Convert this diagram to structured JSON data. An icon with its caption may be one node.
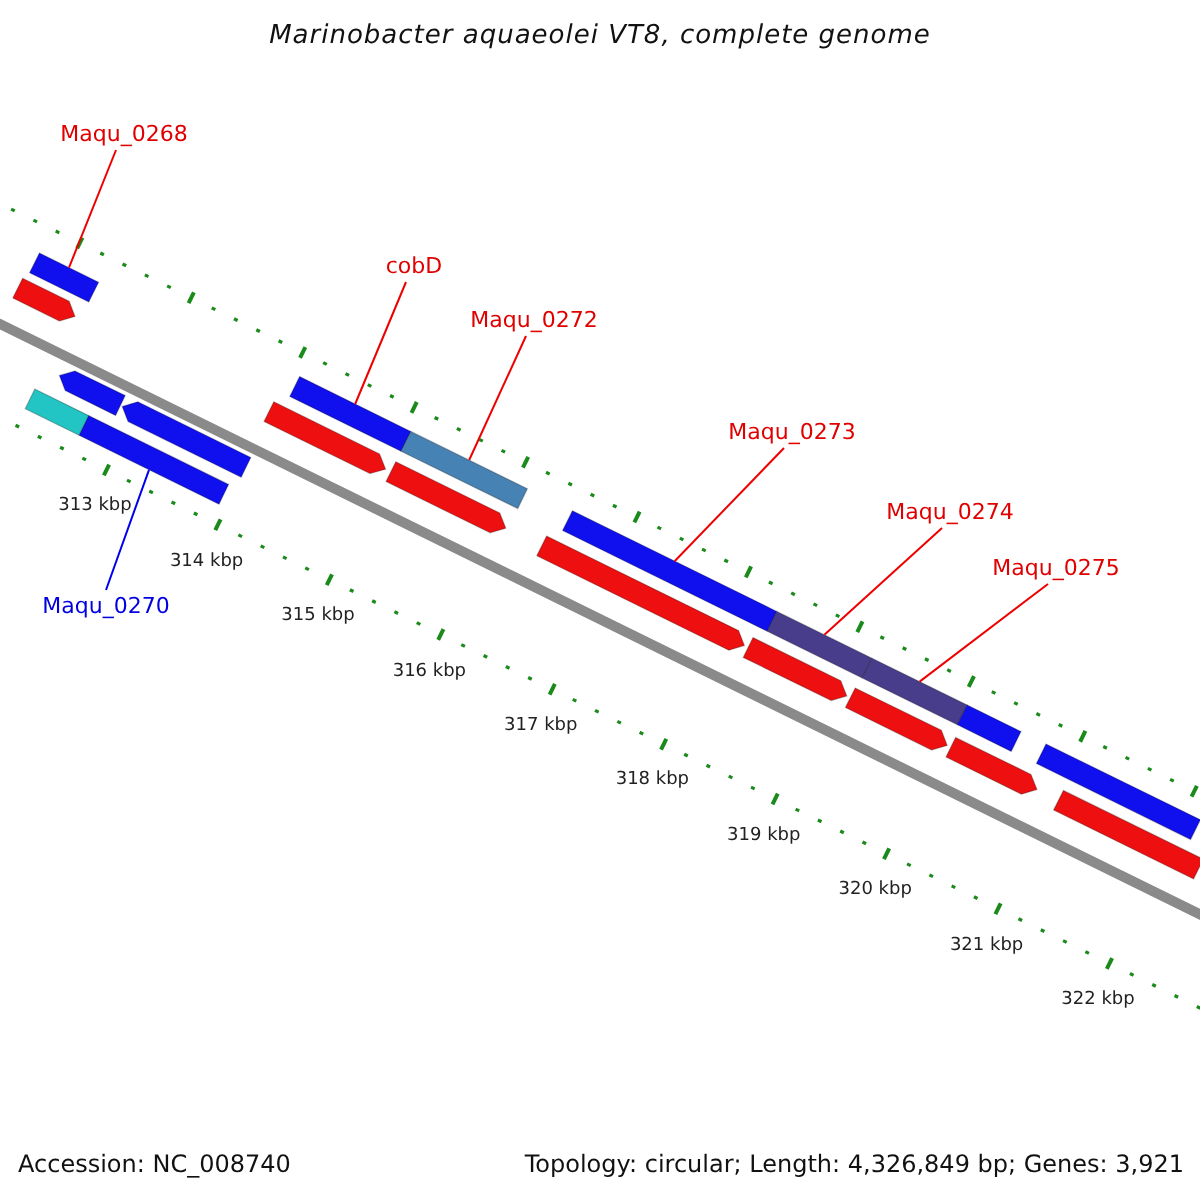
{
  "diagram": {
    "title": "Marinobacter aquaeolei VT8, complete genome",
    "nodes": [
      {
        "text": [
          "Maqu_0268"
        ]
      },
      {
        "text": [],
        "shape": "bar"
      },
      {
        "text": [
          "cobD"
        ]
      },
      {
        "text": [],
        "shape": "bar"
      },
      {
        "text": [
          "Maqu_0272"
        ]
      },
      {
        "text": [],
        "shape": "bar"
      },
      {
        "text": [
          "Maqu_0273"
        ]
      },
      {
        "text": [],
        "shape": "bar"
      },
      {
        "text": [
          "Maqu_0274"
        ]
      },
      {
        "text": [],
        "shape": "bar"
      },
      {
        "text": [
          "Maqu_0275"
        ]
      },
      {
        "text": [],
        "shape": "bar"
      },
      {
        "text": [
          "Maqu_0270"
        ]
      },
      {
        "text": [],
        "shape": "bar"
      },
      {
        "text": [],
        "shape": "bar"
      },
      {
        "text": [],
        "shape": "bar"
      },
      {
        "text": [],
        "shape": "bar"
      },
      {
        "text": [],
        "shape": "bar"
      },
      {
        "text": [],
        "shape": "bar"
      },
      {
        "text": [],
        "shape": "bar"
      },
      {
        "text": [],
        "shape": "bar"
      },
      {
        "text": [],
        "shape": "bar"
      },
      {
        "text": [],
        "shape": "bar"
      },
      {
        "text": [],
        "shape": "bar"
      },
      {
        "text": [],
        "shape": "bar"
      },
      {
        "text": [],
        "shape": "bar"
      },
      {
        "text": [],
        "shape": "bar"
      }
    ],
    "edges": [
      {
        "from": 0,
        "to": 1,
        "arrow": "none",
        "color": "#ee0000"
      },
      {
        "from": 2,
        "to": 3,
        "arrow": "none",
        "color": "#ee0000"
      },
      {
        "from": 4,
        "to": 5,
        "arrow": "none",
        "color": "#ee0000"
      },
      {
        "from": 6,
        "to": 7,
        "arrow": "none",
        "color": "#ee0000"
      },
      {
        "from": 8,
        "to": 9,
        "arrow": "none",
        "color": "#ee0000"
      },
      {
        "from": 10,
        "to": 11,
        "arrow": "none",
        "color": "#ee0000"
      },
      {
        "from": 12,
        "to": 13,
        "arrow": "none",
        "color": "#0000ee"
      }
    ],
    "labels": [
      "313 kbp",
      "314 kbp",
      "315 kbp",
      "316 kbp",
      "317 kbp",
      "318 kbp",
      "319 kbp",
      "320 kbp",
      "321 kbp",
      "322 kbp",
      "Accession: NC_008740",
      "Topology: circular; Length: 4,326,849 bp; Genes: 3,921"
    ]
  }
}
